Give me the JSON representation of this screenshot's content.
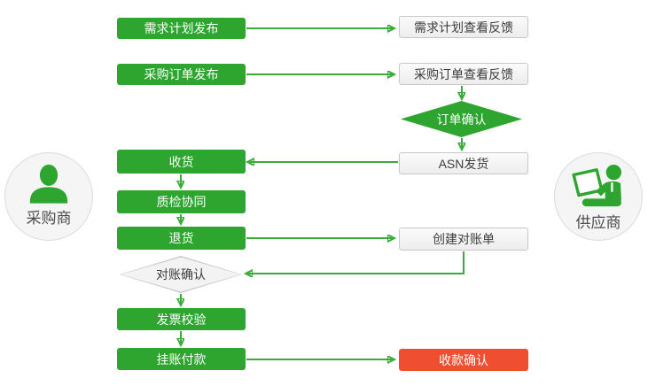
{
  "palette": {
    "process_green": "#2EA52F",
    "connector_green": "#3BAC3B",
    "highlight_red": "#F04E30",
    "neutral_box_bg": "#F3F3F3",
    "neutral_box_border": "#C8C8C8",
    "text_dark": "#3C3C3C"
  },
  "actors": {
    "buyer": {
      "label": "采购商",
      "icon": "person-bust-icon"
    },
    "supplier": {
      "label": "供应商",
      "icon": "person-laptop-icon"
    }
  },
  "nodes": {
    "demand_publish": {
      "label": "需求计划发布",
      "type": "process"
    },
    "demand_feedback": {
      "label": "需求计划查看反馈",
      "type": "process"
    },
    "po_publish": {
      "label": "采购订单发布",
      "type": "process"
    },
    "po_feedback": {
      "label": "采购订单查看反馈",
      "type": "process"
    },
    "order_confirm": {
      "label": "订单确认",
      "type": "decision"
    },
    "asn_ship": {
      "label": "ASN发货",
      "type": "process"
    },
    "receive": {
      "label": "收货",
      "type": "process"
    },
    "quality_check": {
      "label": "质检协同",
      "type": "process"
    },
    "return_goods": {
      "label": "退货",
      "type": "process"
    },
    "create_statement": {
      "label": "创建对账单",
      "type": "process"
    },
    "recon_confirm": {
      "label": "对账确认",
      "type": "decision"
    },
    "invoice_check": {
      "label": "发票校验",
      "type": "process"
    },
    "payment": {
      "label": "挂账付款",
      "type": "process"
    },
    "receipt_confirm": {
      "label": "收款确认",
      "type": "process"
    }
  }
}
